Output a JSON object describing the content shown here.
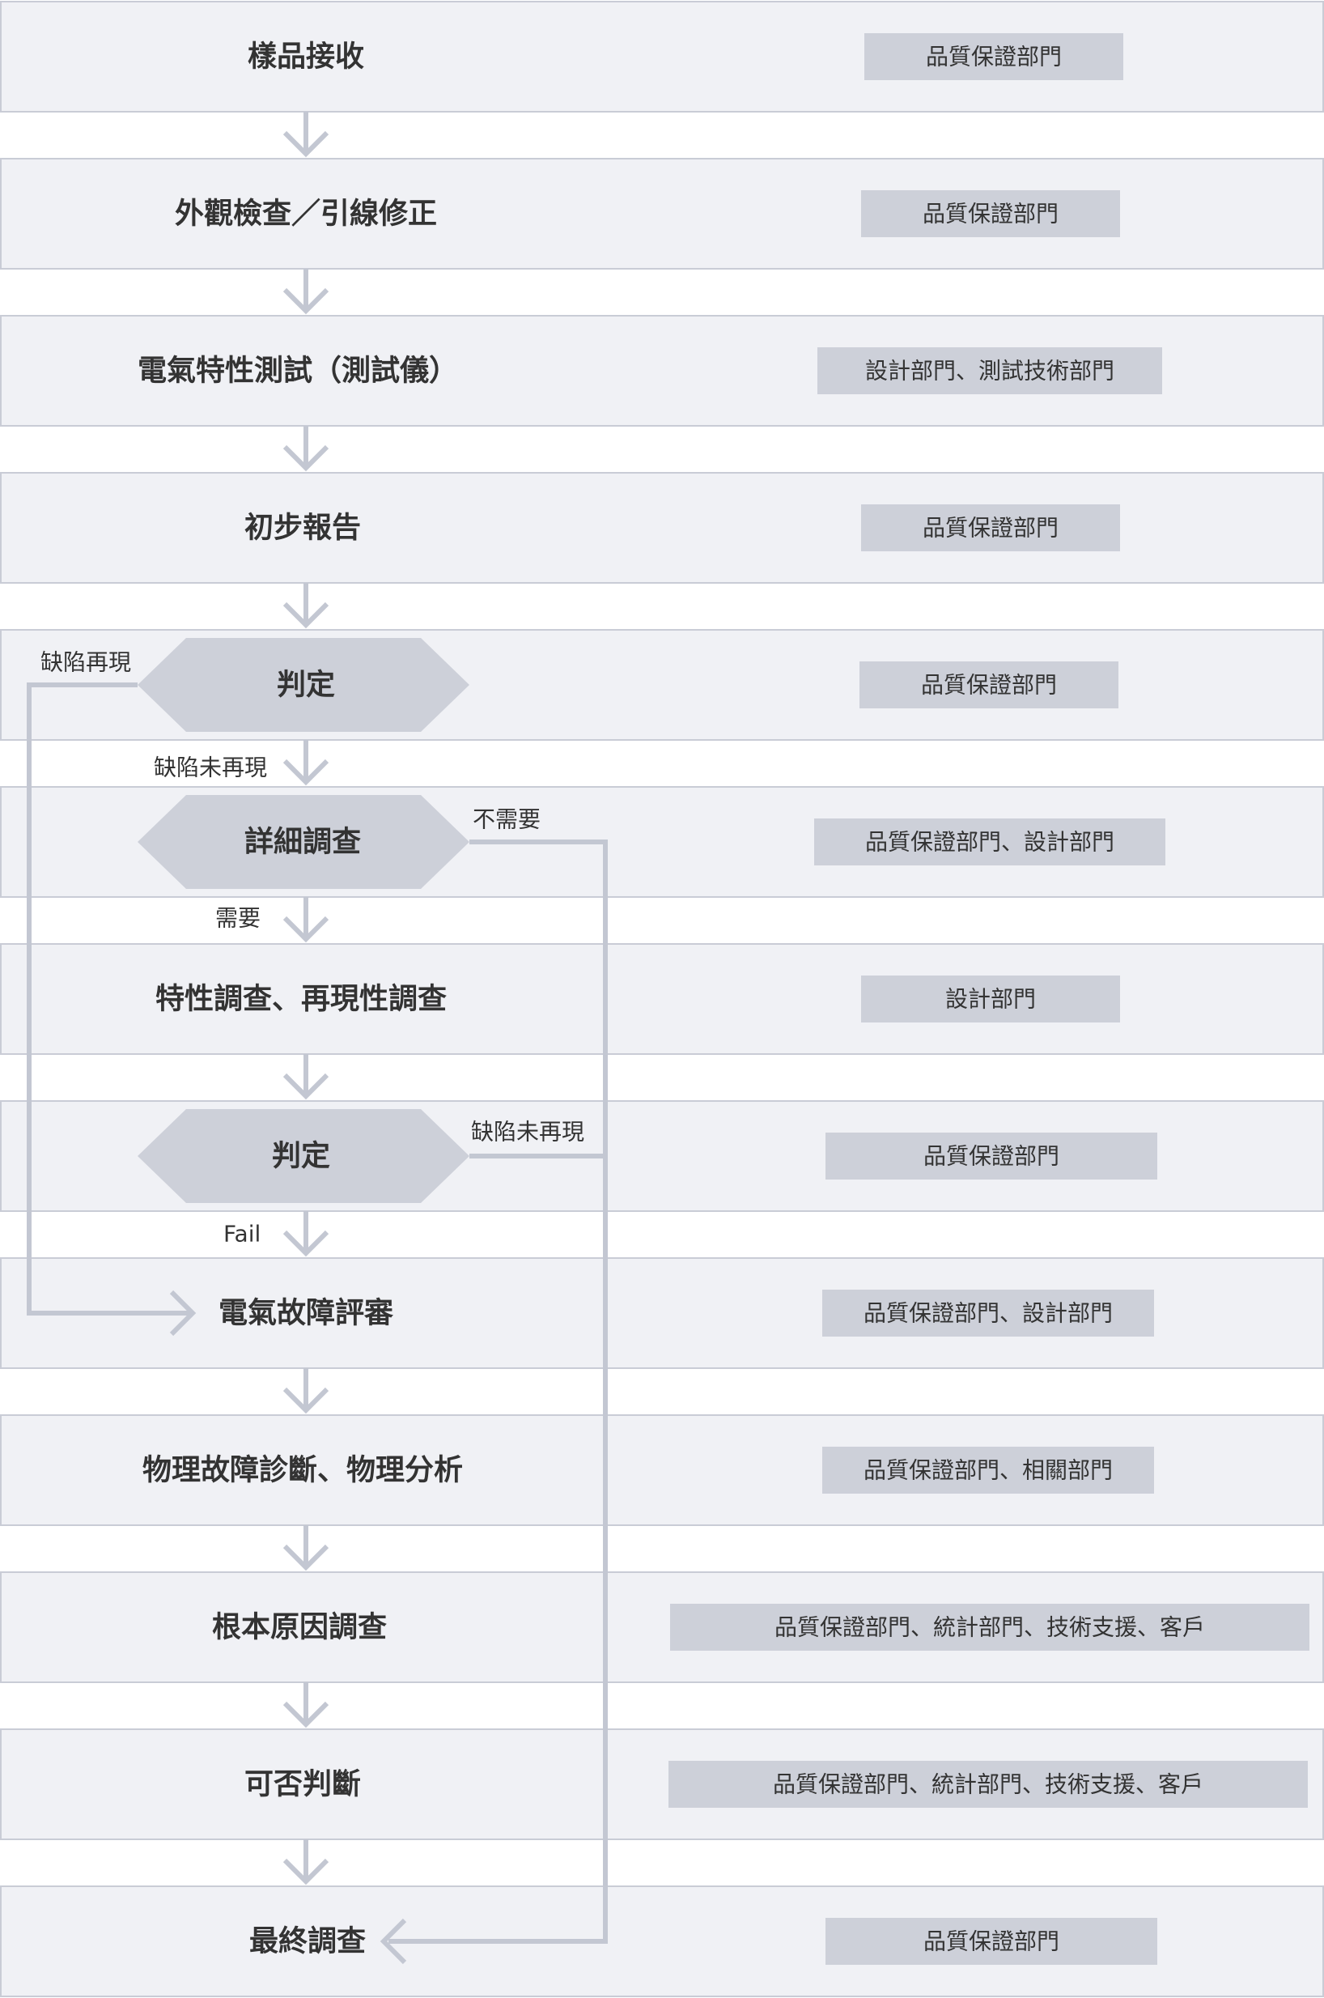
{
  "colors": {
    "row_background": "#f0f1f5",
    "row_border": "#c9ccd6",
    "department_box": "#cdd0d9",
    "connector": "#c3c7d2",
    "decision_shape": "#cdd0d9",
    "text": "#333333",
    "highlight_text": "#d6267d"
  },
  "steps": [
    {
      "label": "樣品接收",
      "department": "品質保證部門"
    },
    {
      "label": "外觀檢查／引線修正",
      "department": "品質保證部門"
    },
    {
      "label": "電氣特性測試（測試儀）",
      "department": "設計部門、測試技術部門"
    },
    {
      "label": "初步報告",
      "department": "品質保證部門",
      "highlight": true
    },
    {
      "label": "判定",
      "department": "品質保證部門",
      "decision": true
    },
    {
      "label": "詳細調查",
      "department": "品質保證部門、設計部門",
      "decision": true
    },
    {
      "label": "特性調查、再現性調查",
      "department": "設計部門"
    },
    {
      "label": "判定",
      "department": "品質保證部門",
      "decision": true
    },
    {
      "label": "電氣故障評審",
      "department": "品質保證部門、設計部門"
    },
    {
      "label": "物理故障診斷、物理分析",
      "department": "品質保證部門、相關部門"
    },
    {
      "label": "根本原因調查",
      "department": "品質保證部門、統計部門、技術支援、客戶"
    },
    {
      "label": "可否判斷",
      "department": "品質保證部門、統計部門、技術支援、客戶"
    },
    {
      "label": "最終調查",
      "department": "品質保證部門",
      "highlight": true
    }
  ],
  "edge_labels": {
    "defect_reproduced": "缺陷再現",
    "defect_not_reproduced": "缺陷未再現",
    "not_required": "不需要",
    "required": "需要",
    "defect_not_reproduced_2": "缺陷未再現",
    "fail": "Fail"
  }
}
